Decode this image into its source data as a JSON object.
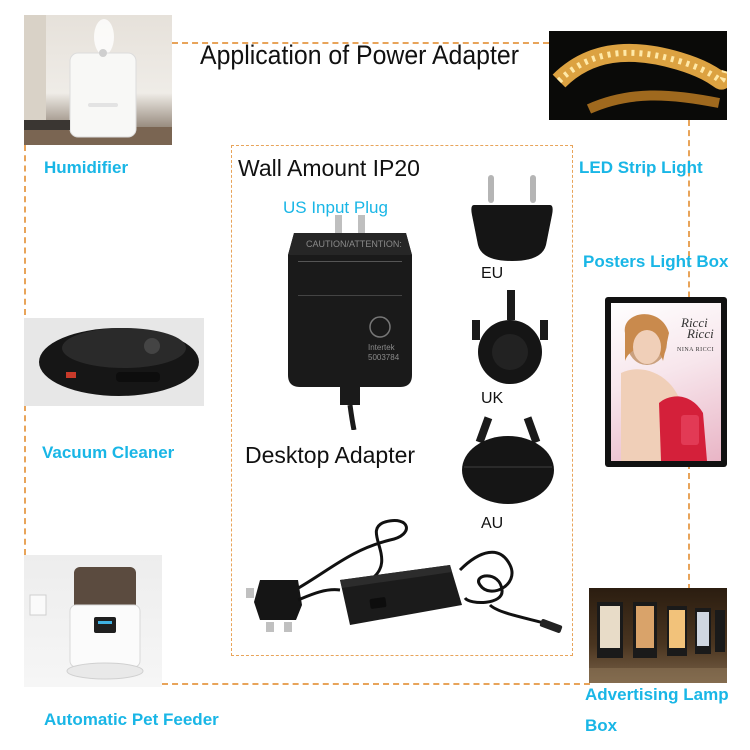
{
  "title": "Application of Power Adapter",
  "center": {
    "wall_heading": "Wall Amount IP20",
    "us_plug_label": "US Input Plug",
    "desktop_heading": "Desktop Adapter",
    "plug_labels": {
      "eu": "EU",
      "uk": "UK",
      "au": "AU"
    },
    "adapter_text_top": "CAUTION/ATTENTION:",
    "adapter_brand": "Intertek",
    "adapter_code": "5003784"
  },
  "applications": {
    "humidifier": "Humidifier",
    "vacuum": "Vacuum Cleaner",
    "pet_feeder": "Automatic Pet Feeder",
    "led_strip": "LED Strip Light",
    "posters": "Posters Light Box",
    "advertising_line1": "Advertising Lamp",
    "advertising_line2": "Box"
  },
  "poster": {
    "brand_line1": "Ricci",
    "brand_line2": "Ricci",
    "brand_sub": "NINA RICCI"
  },
  "colors": {
    "cyan": "#19b6e6",
    "dash": "#e8a45a"
  }
}
